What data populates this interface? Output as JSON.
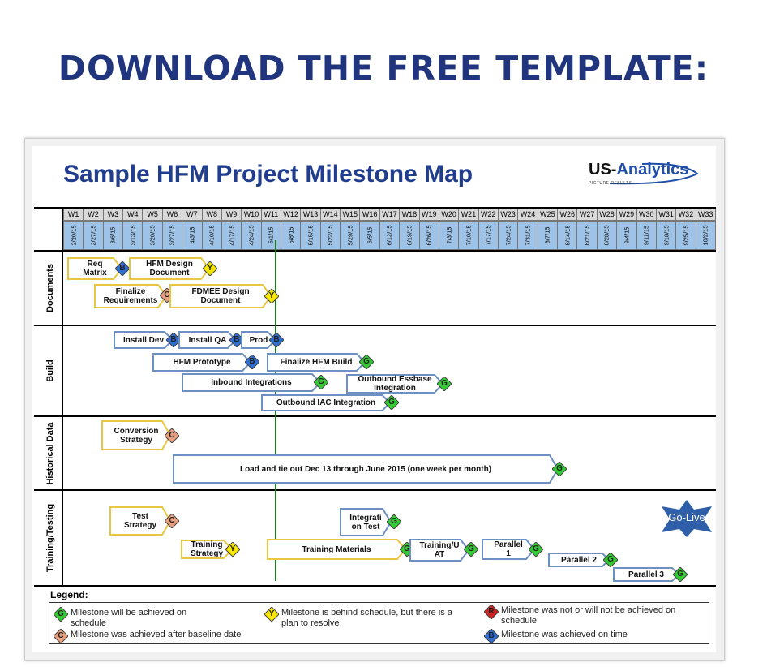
{
  "headline": "DOWNLOAD THE FREE TEMPLATE",
  "headline_colon": ":",
  "chart_title": "Sample HFM Project Milestone Map",
  "logo": {
    "text_a": "US-",
    "text_b": "Analytics",
    "tagline": "PICTURE RESULTS."
  },
  "weeks": [
    "W1",
    "W2",
    "W3",
    "W4",
    "W5",
    "W6",
    "W7",
    "W8",
    "W9",
    "W10",
    "W11",
    "W12",
    "W13",
    "W14",
    "W15",
    "W16",
    "W17",
    "W18",
    "W19",
    "W20",
    "W21",
    "W22",
    "W23",
    "W24",
    "W25",
    "W26",
    "W27",
    "W28",
    "W29",
    "W30",
    "W31",
    "W32",
    "W33"
  ],
  "dates": [
    "2/20/15",
    "2/27/15",
    "3/6/15",
    "3/13/15",
    "3/20/15",
    "3/27/15",
    "4/3/15",
    "4/10/15",
    "4/17/15",
    "4/24/15",
    "5/1/15",
    "5/8/15",
    "5/15/15",
    "5/22/15",
    "5/29/15",
    "6/5/15",
    "6/12/15",
    "6/19/15",
    "6/26/15",
    "7/3/15",
    "7/10/15",
    "7/17/15",
    "7/24/15",
    "7/31/15",
    "8/7/15",
    "8/14/15",
    "8/21/15",
    "8/28/15",
    "9/4/15",
    "9/11/15",
    "9/18/15",
    "9/25/15",
    "10/2/15"
  ],
  "lanes": [
    "Documents",
    "Build",
    "Historical Data",
    "Training/Testing"
  ],
  "tasks": {
    "req_matrix": "Req\nMatrix",
    "hfm_design": "HFM Design\nDocument",
    "finalize_req": "Finalize\nRequirements",
    "fdmee_design": "FDMEE Design\nDocument",
    "install_dev": "Install Dev",
    "install_qa": "Install QA",
    "prod": "Prod",
    "hfm_prototype": "HFM Prototype",
    "finalize_hfm_build": "Finalize HFM Build",
    "inbound_integrations": "Inbound Integrations",
    "outbound_essbase": "Outbound Essbase\nIntegration",
    "outbound_iac": "Outbound IAC Integration",
    "conversion_strategy": "Conversion\nStrategy",
    "load_tie_out": "Load and tie out Dec 13 through June 2015 (one week per month)",
    "test_strategy": "Test\nStrategy",
    "integration_test": "Integrati\non Test",
    "training_strategy": "Training\nStrategy",
    "training_materials": "Training Materials",
    "training_uat": "Training/U\nAT",
    "parallel1": "Parallel\n1",
    "parallel2": "Parallel 2",
    "parallel3": "Parallel 3"
  },
  "status_letters": {
    "blue": "B",
    "yellow": "Y",
    "copper": "C",
    "green": "G",
    "red": "R"
  },
  "go_live": "Go-Live",
  "legend": {
    "title": "Legend:",
    "green": "Milestone will be achieved on\nschedule",
    "copper": "Milestone was achieved after baseline date",
    "yellow": "Milestone is behind schedule, but there is a\nplan to resolve",
    "red": "Milestone was not or will not be achieved on\nschedule",
    "blue": "Milestone was achieved on time"
  },
  "colors": {
    "green": "#33cc33",
    "blue": "#2e6fd1",
    "yellow": "#f6e600",
    "copper": "#e9a07f",
    "red": "#cc2222",
    "bar_yellow": "#e8c640",
    "bar_blue": "#6c90c3",
    "today_line": "#1f7a1f",
    "headline": "#21357e",
    "title": "#203d8e"
  }
}
